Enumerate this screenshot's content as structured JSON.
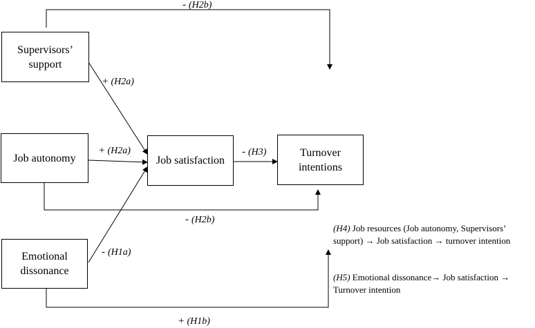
{
  "nodes": {
    "supervisors_support": {
      "line1": "Supervisors’",
      "line2": "support"
    },
    "job_autonomy": {
      "label": "Job autonomy"
    },
    "emotional_dissonance": {
      "line1": "Emotional",
      "line2": "dissonance"
    },
    "job_satisfaction": {
      "label": "Job satisfaction"
    },
    "turnover_intentions": {
      "line1": "Turnover",
      "line2": "intentions"
    }
  },
  "paths": {
    "supervisors_to_turnover": {
      "sign": "-",
      "hypothesis": "(H2b)"
    },
    "supervisors_to_satisfaction": {
      "sign": "+",
      "hypothesis": "(H2a)"
    },
    "autonomy_to_satisfaction": {
      "sign": "+",
      "hypothesis": "(H2a)"
    },
    "satisfaction_to_turnover": {
      "sign": "-",
      "hypothesis": "(H3)"
    },
    "autonomy_to_turnover": {
      "sign": "-",
      "hypothesis": "(H2b)"
    },
    "dissonance_to_satisfaction": {
      "sign": "-",
      "hypothesis": "(H1a)"
    },
    "dissonance_to_turnover": {
      "sign": "+",
      "hypothesis": "(H1b)"
    }
  },
  "notes": {
    "h4": {
      "hypothesis": "(H4)",
      "text": "Job resources (Job autonomy, Supervisors’ support) → Job satisfaction → turnover intention"
    },
    "h5": {
      "hypothesis": "(H5)",
      "text": "Emotional dissonance→ Job satisfaction → Turnover intention"
    }
  }
}
